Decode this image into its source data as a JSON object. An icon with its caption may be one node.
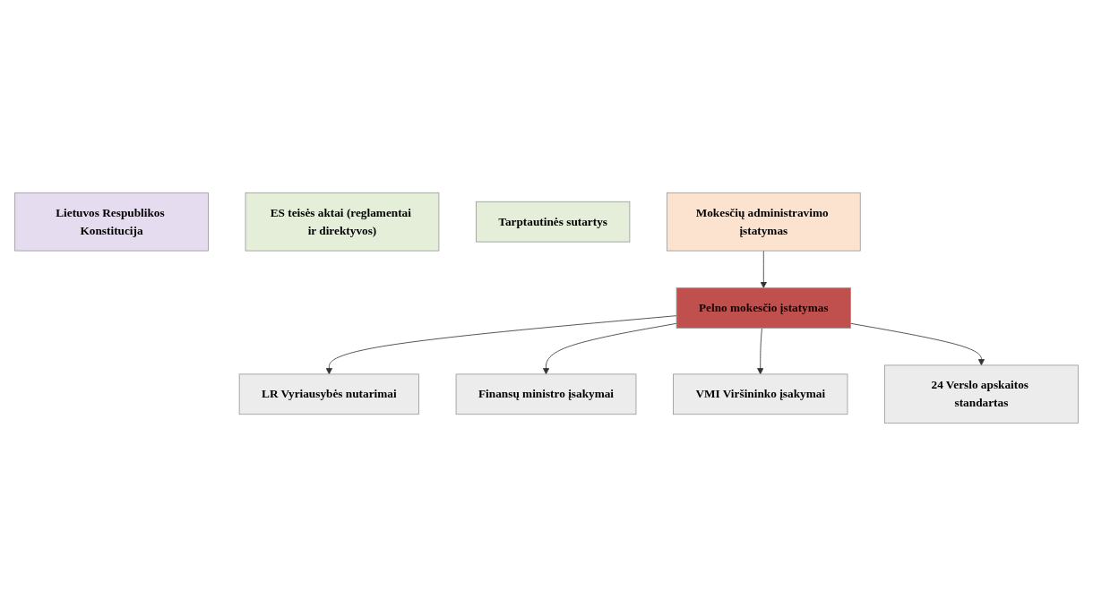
{
  "diagram": {
    "nodes": [
      {
        "text": [
          "Lietuvos Respublikos Konstitucija"
        ]
      },
      {
        "text": [
          "ES teisės aktai (reglamentai ir direktyvos)"
        ]
      },
      {
        "text": [
          "Tarptautinės sutartys"
        ]
      },
      {
        "text": [
          "Mokesčių administravimo įstatymas"
        ]
      },
      {
        "text": [
          "Pelno mokesčio įstatymas"
        ]
      },
      {
        "text": [
          "LR Vyriausybės nutarimai"
        ]
      },
      {
        "text": [
          "Finansų ministro įsakymai"
        ]
      },
      {
        "text": [
          "VMI Viršininko įsakymai"
        ]
      },
      {
        "text": [
          "24 Verslo apskaitos standartas"
        ]
      }
    ],
    "edges": [
      {
        "from": 3,
        "to": 4,
        "arrow": "to"
      },
      {
        "from": 4,
        "to": 5,
        "arrow": "to"
      },
      {
        "from": 4,
        "to": 6,
        "arrow": "to"
      },
      {
        "from": 4,
        "to": 7,
        "arrow": "to"
      },
      {
        "from": 4,
        "to": 8,
        "arrow": "to"
      }
    ]
  }
}
